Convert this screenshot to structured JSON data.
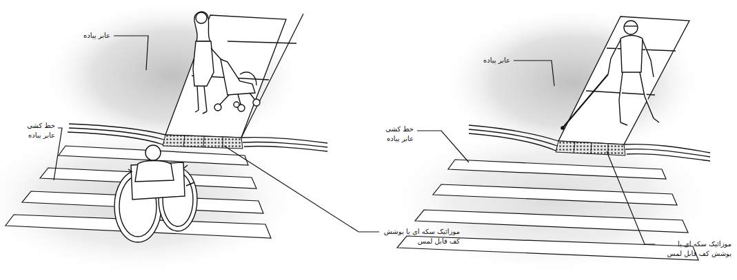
{
  "diagram": {
    "labels": [
      "عابر پیاده",
      "خط کشی عابر پیاده",
      "موزائیک سکه ای یا پوشش کف قابل لمس",
      "عابر پیاده",
      "خط کشی عابر پیاده",
      "موزائیک سکه ای یا پوشش کف قابل لمس"
    ]
  }
}
